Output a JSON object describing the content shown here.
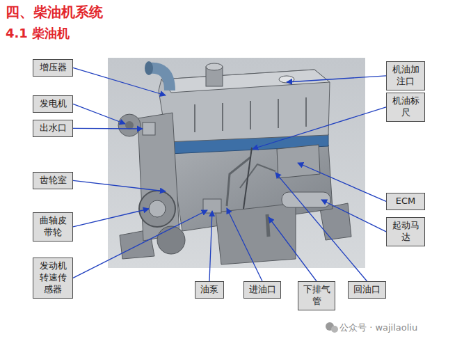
{
  "diagram": {
    "title": "四、柴油机系统",
    "nodes": [
      {
        "text": [
          "增压器"
        ]
      },
      {
        "text": [
          "机油加注口"
        ]
      },
      {
        "text": [
          "发电机"
        ]
      },
      {
        "text": [
          "机油标尺"
        ]
      },
      {
        "text": [
          "出水口"
        ]
      },
      {
        "text": [
          "齿轮室"
        ]
      },
      {
        "text": [
          "ECM"
        ]
      },
      {
        "text": [
          "曲轴皮带轮"
        ]
      },
      {
        "text": [
          "起动马达"
        ]
      },
      {
        "text": [
          "发动机转速传感器"
        ]
      },
      {
        "text": [
          "油泵"
        ]
      },
      {
        "text": [
          "进油口"
        ]
      },
      {
        "text": [
          "下排气管"
        ]
      },
      {
        "text": [
          "回油口"
        ]
      }
    ],
    "labels": [
      "4.1 柴油机",
      "公众号 · wajilaoliu"
    ]
  }
}
